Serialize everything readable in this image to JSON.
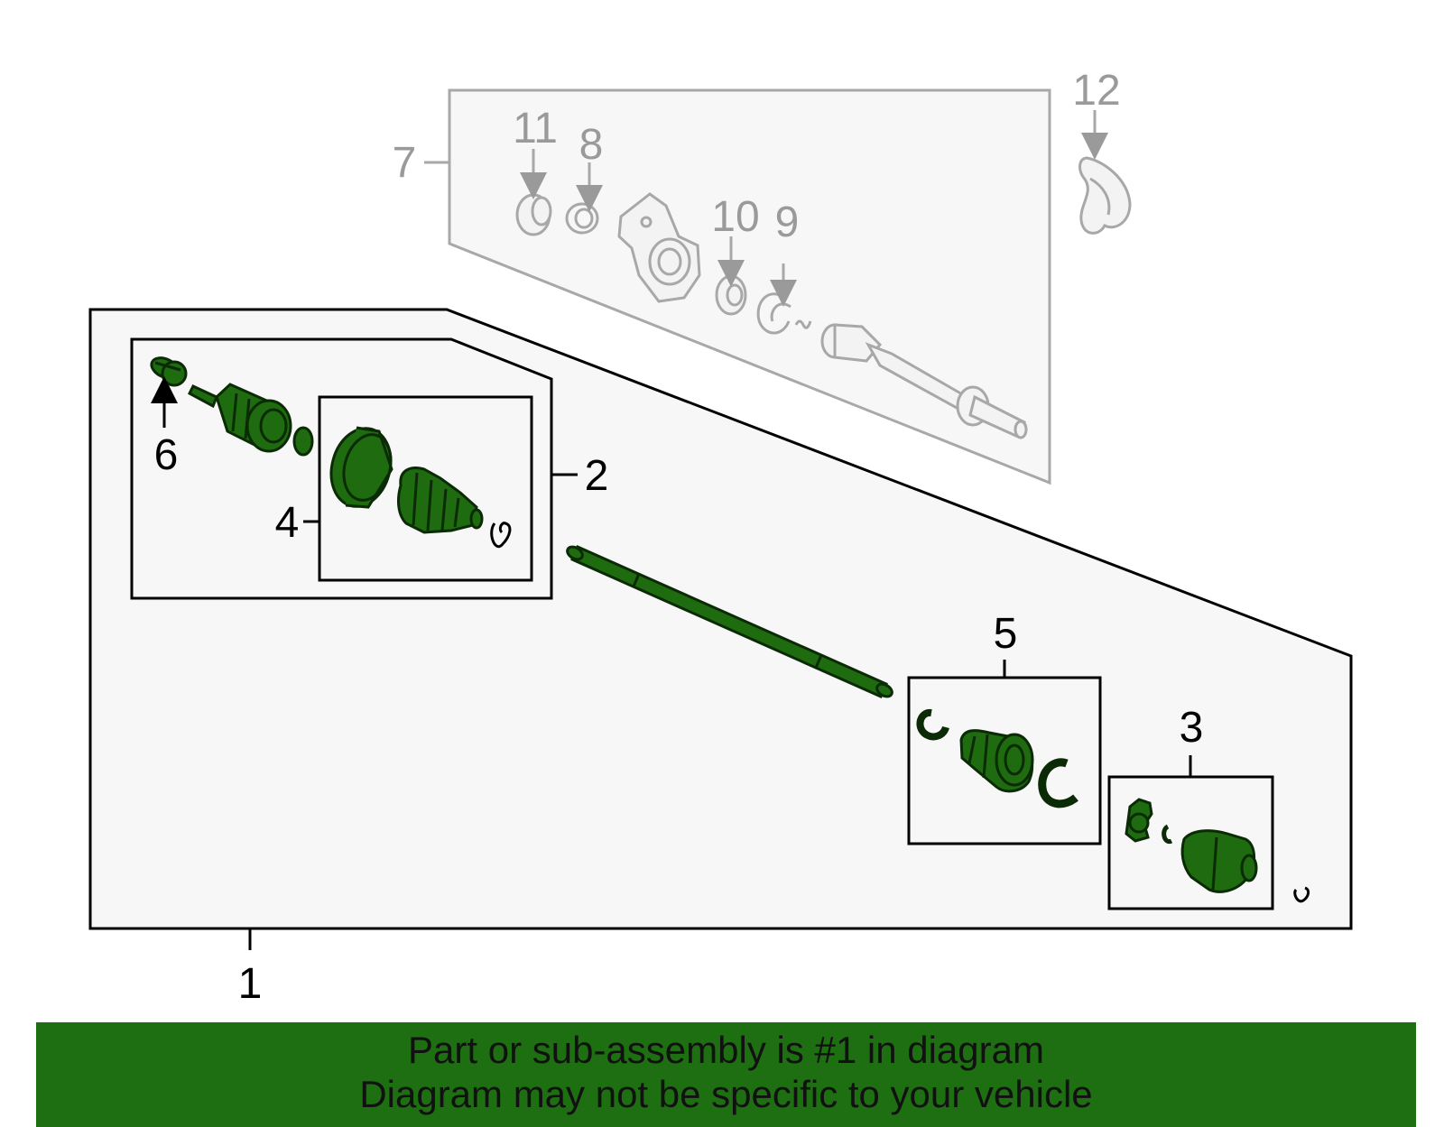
{
  "colors": {
    "part_fill": "#1f6b0f",
    "part_stroke": "#0b2a06",
    "ghost_stroke": "#a8a8a8",
    "panel_fill": "#f7f7f7",
    "banner_bg": "#1e6e12"
  },
  "callouts": {
    "c1": "1",
    "c2": "2",
    "c3": "3",
    "c4": "4",
    "c5": "5",
    "c6": "6",
    "c7": "7",
    "c8": "8",
    "c9": "9",
    "c10": "10",
    "c11": "11",
    "c12": "12"
  },
  "banner": {
    "line1": "Part or sub-assembly is #1 in diagram",
    "line2": "Diagram may not be specific to your vehicle"
  }
}
